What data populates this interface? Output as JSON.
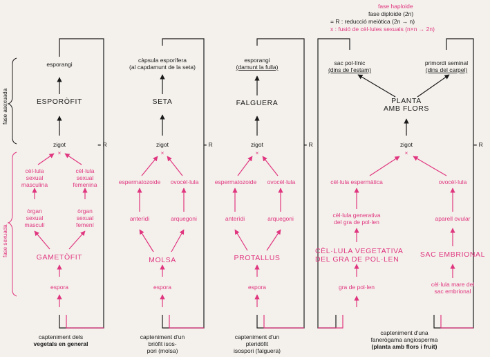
{
  "legend": {
    "haploid": "fase haploide",
    "diploid": "fase diploide (2n)",
    "reduction": "= R : reducció meiòtica (2n → n)",
    "fusion": "x : fusió de cèl·lules sexuals (n×n → 2n)"
  },
  "side_labels": {
    "asexual": "fase asexuada",
    "sexual": "fase sexuada"
  },
  "zigot": "zigot",
  "r_mark": "= R",
  "x_mark": "×",
  "col1": {
    "sporangium": "esporangi",
    "sporophyte": "ESPORÒFIT",
    "male_cell": "cèl·lula\nsexual\nmasculina",
    "female_cell": "cèl·lula\nsexual\nfemenina",
    "male_organ": "òrgan\nsexual\nmasculí",
    "female_organ": "òrgan\nsexual\nfemení",
    "gametophyte": "GAMETÒFIT",
    "spore": "espora",
    "caption_line1": "capteniment dels",
    "caption_line2": "vegetals en general"
  },
  "col2": {
    "capsule1": "càpsula esporífera",
    "capsule2": "(al capdamunt de la seta)",
    "seta": "SETA",
    "sperm": "espermatozoide",
    "egg": "ovocèl·lula",
    "antheridium": "anterìdi",
    "archegonium": "arquegoni",
    "moss": "MOLSA",
    "spore": "espora",
    "caption_line1": "capteniment d'un",
    "caption_line2": "briòfit isos-",
    "caption_line3": "pori (molsa)"
  },
  "col3": {
    "sporangium": "esporangi",
    "under_leaf": "(damunt la fulla)",
    "fern": "FALGUERA",
    "sperm": "espermatozoide",
    "egg": "ovocèl·lula",
    "antheridium": "anterìdi",
    "archegonium": "arquegoni",
    "prothallus": "PROTALLUS",
    "spore": "espora",
    "caption_line1": "capteniment d'un",
    "caption_line2": "pteridòfit",
    "caption_line3": "isospori (falguera)"
  },
  "col4": {
    "pollen_sac1": "sac pol·línic",
    "pollen_sac2": "(dins de l'estam)",
    "seminal1": "primordi seminal",
    "seminal2": "(dins del carpel)",
    "plant1": "PLANTA",
    "plant2": "AMB FLORS",
    "sperm_cell": "cèl·lula espermàtica",
    "egg": "ovocèl·lula",
    "generative1": "cèl·lula generativa",
    "generative2": "del gra de pol·len",
    "ovular": "aparell ovular",
    "vegetative1": "CÈL·LULA VEGETATIVA",
    "vegetative2": "DEL GRA DE POL·LEN",
    "embryo_sac": "SAC EMBRIONAL",
    "pollen_grain": "gra de pol·len",
    "mother_cell1": "cèl·lula mare del",
    "mother_cell2": "sac embrional",
    "caption_line1": "capteniment d'una",
    "caption_line2": "fanerògama angiosperma",
    "caption_line3": "(planta amb flors i fruit)"
  }
}
